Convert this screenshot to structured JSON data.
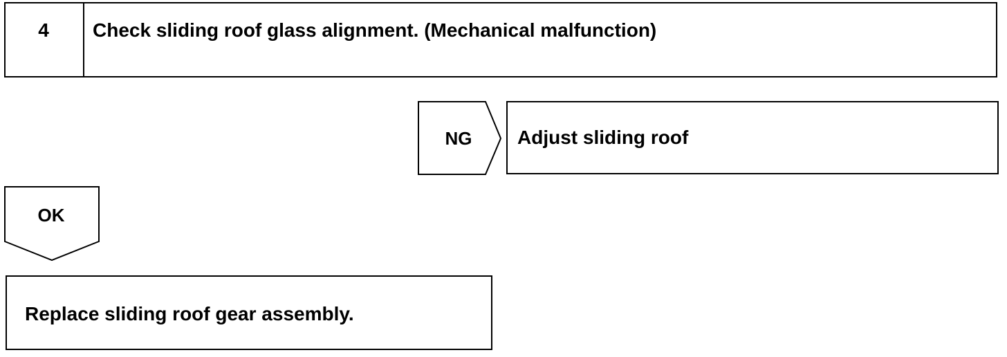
{
  "step": {
    "number": "4",
    "title": "Check sliding roof glass alignment. (Mechanical malfunction)"
  },
  "ng_branch": {
    "tag": "NG",
    "action": "Adjust sliding roof"
  },
  "ok_branch": {
    "tag": "OK",
    "action": "Replace sliding roof gear assembly."
  }
}
